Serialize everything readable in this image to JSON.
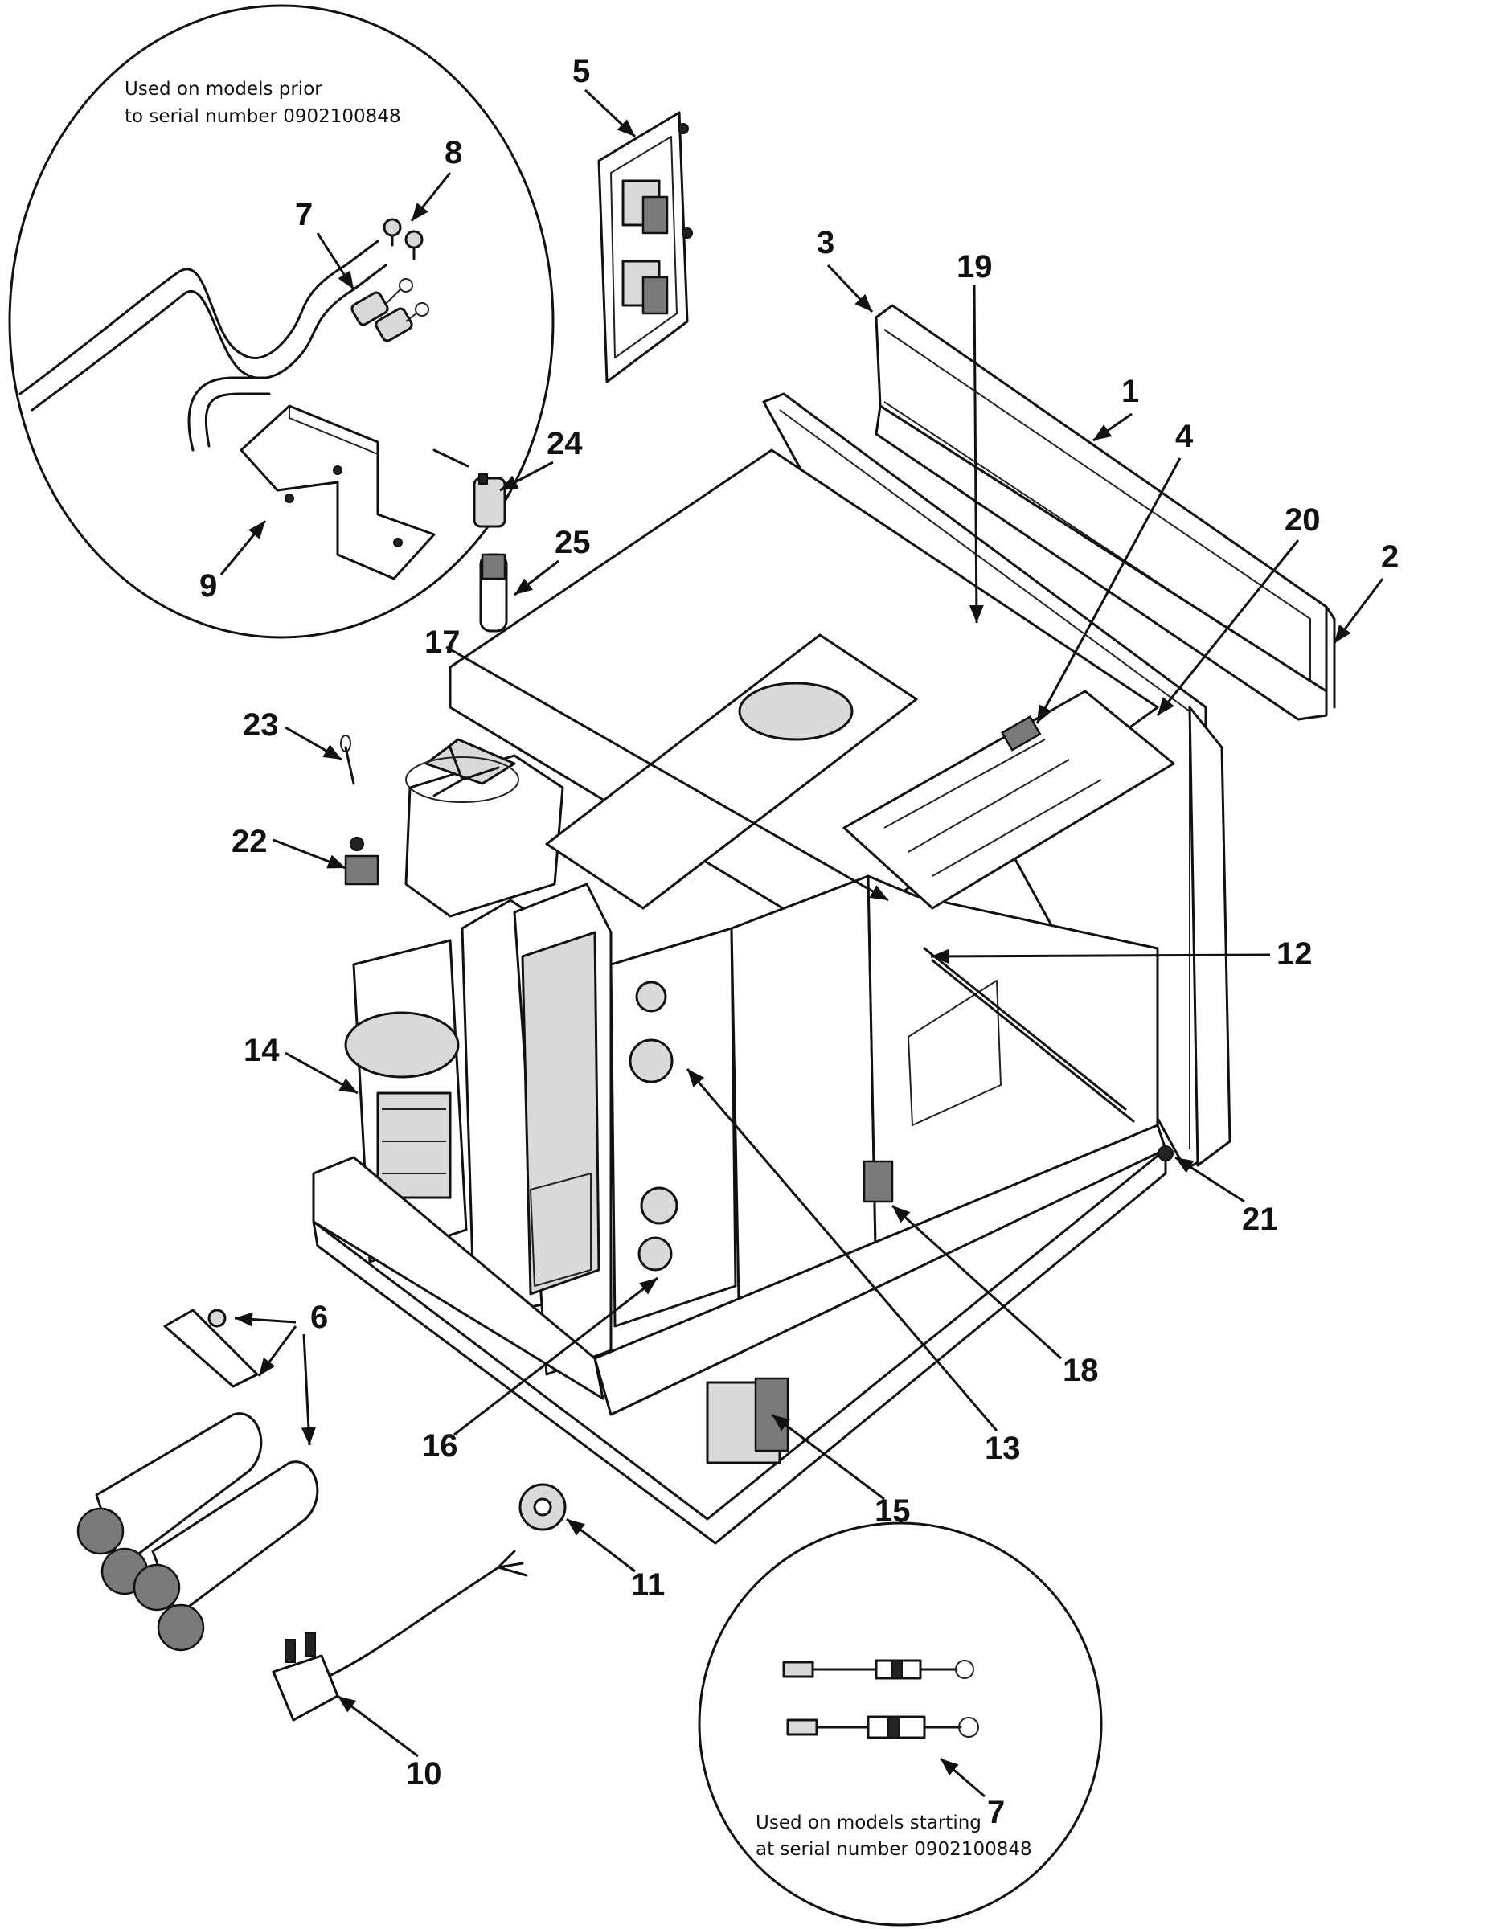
{
  "notes": {
    "top_left_line1": "Used on models prior",
    "top_left_line2": "to serial number 0902100848",
    "bottom_right_line1": "Used on models starting",
    "bottom_right_line2": "at serial number 0902100848"
  },
  "callouts": [
    {
      "id": "callout-1",
      "label": "1"
    },
    {
      "id": "callout-2",
      "label": "2"
    },
    {
      "id": "callout-3",
      "label": "3"
    },
    {
      "id": "callout-4",
      "label": "4"
    },
    {
      "id": "callout-5",
      "label": "5"
    },
    {
      "id": "callout-6",
      "label": "6"
    },
    {
      "id": "callout-7-top",
      "label": "7"
    },
    {
      "id": "callout-7-bottom",
      "label": "7"
    },
    {
      "id": "callout-8",
      "label": "8"
    },
    {
      "id": "callout-9",
      "label": "9"
    },
    {
      "id": "callout-10",
      "label": "10"
    },
    {
      "id": "callout-11",
      "label": "11"
    },
    {
      "id": "callout-12",
      "label": "12"
    },
    {
      "id": "callout-13",
      "label": "13"
    },
    {
      "id": "callout-14",
      "label": "14"
    },
    {
      "id": "callout-15",
      "label": "15"
    },
    {
      "id": "callout-16",
      "label": "16"
    },
    {
      "id": "callout-17",
      "label": "17"
    },
    {
      "id": "callout-18",
      "label": "18"
    },
    {
      "id": "callout-19",
      "label": "19"
    },
    {
      "id": "callout-20",
      "label": "20"
    },
    {
      "id": "callout-21",
      "label": "21"
    },
    {
      "id": "callout-22",
      "label": "22"
    },
    {
      "id": "callout-23",
      "label": "23"
    },
    {
      "id": "callout-24",
      "label": "24"
    },
    {
      "id": "callout-25",
      "label": "25"
    }
  ]
}
